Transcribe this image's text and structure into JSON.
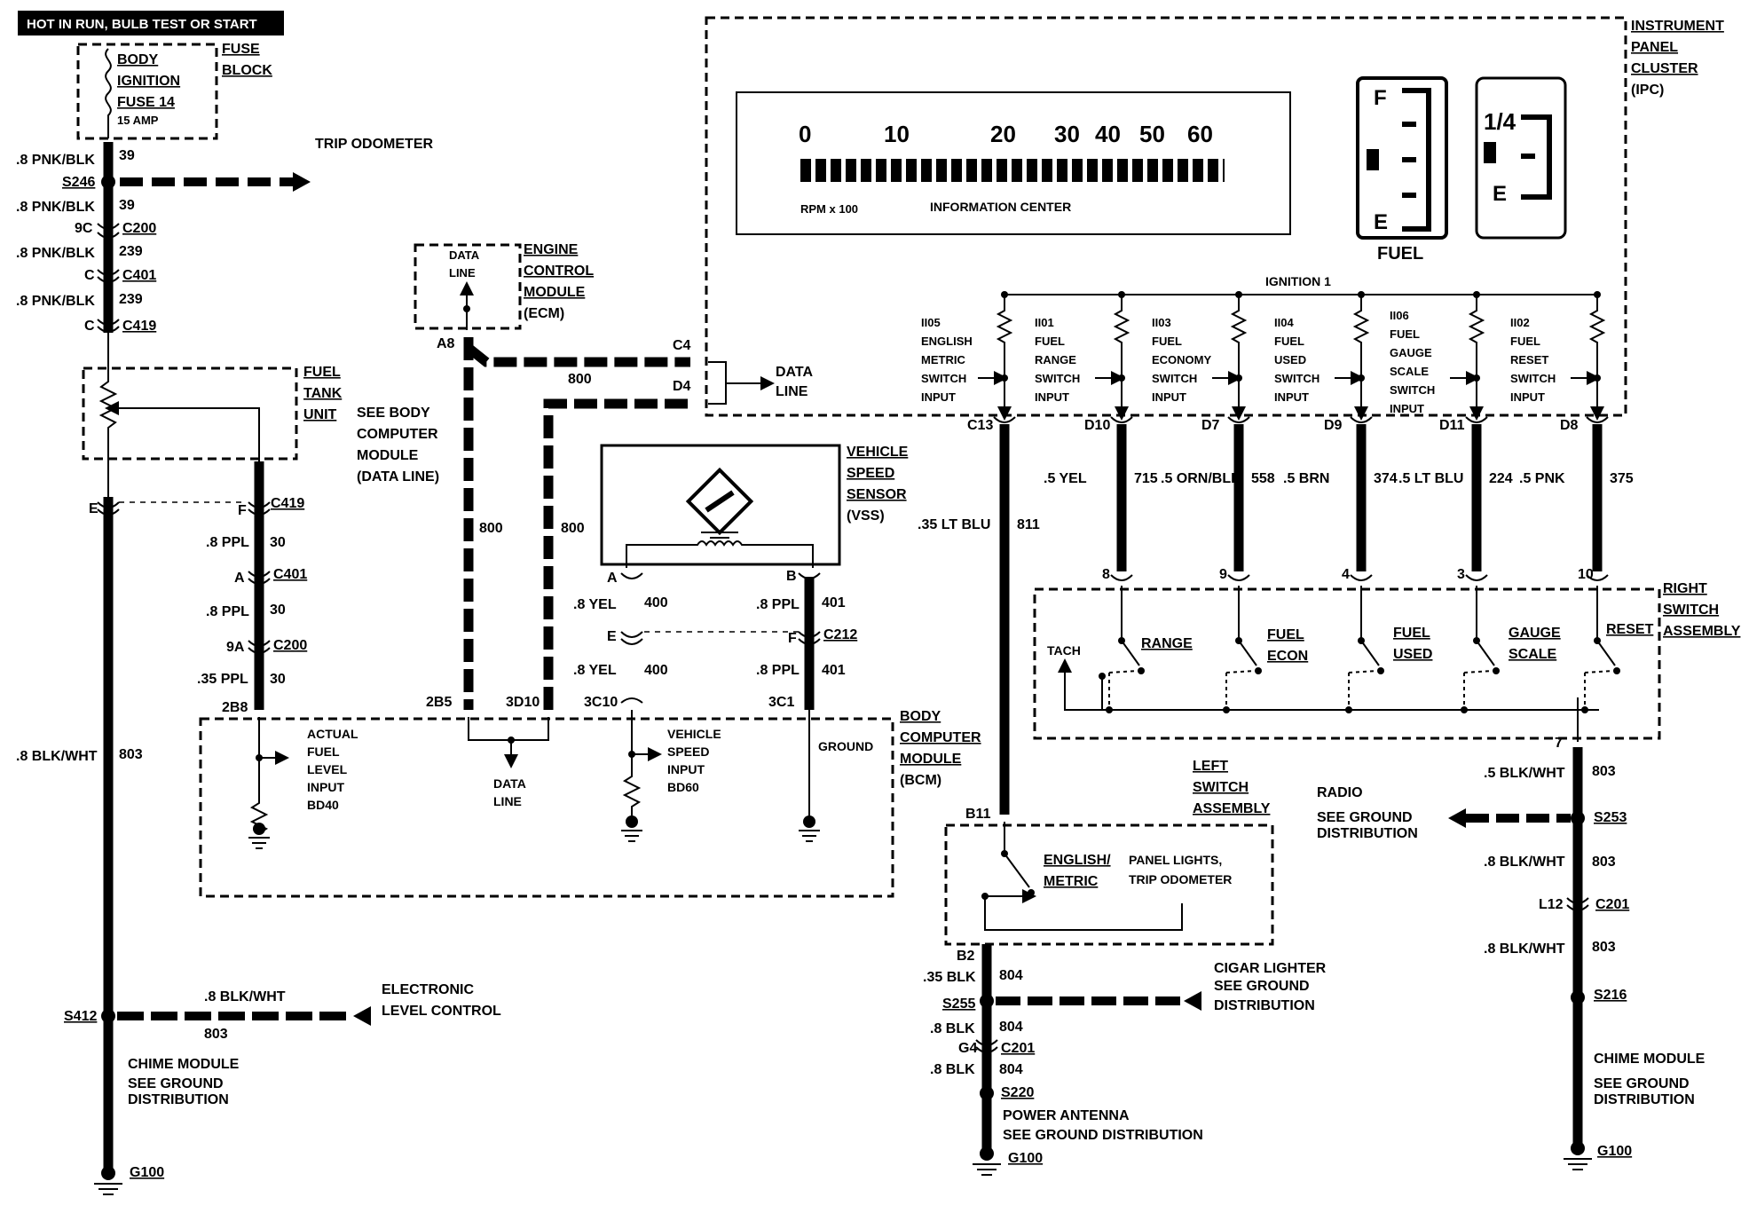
{
  "header": {
    "power_label": "HOT IN RUN, BULB TEST OR START"
  },
  "fuse": {
    "l1": "BODY",
    "l2": "IGNITION",
    "l3": "FUSE 14",
    "l4": "15 AMP",
    "block1": "FUSE",
    "block2": "BLOCK"
  },
  "left_column": {
    "w1_gauge": ".8 PNK/BLK",
    "w1_circuit": "39",
    "splice_s246": "S246",
    "trip_odometer": "TRIP ODOMETER",
    "w2_gauge": ".8 PNK/BLK",
    "w2_circuit": "39",
    "c200_pin": "9C",
    "c200": "C200",
    "w3_gauge": ".8 PNK/BLK",
    "w3_circuit": "239",
    "c401_pin": "C",
    "c401": "C401",
    "w4_gauge": ".8 PNK/BLK",
    "w4_circuit": "239",
    "c419_pin": "C",
    "c419": "C419",
    "ftu1": "FUEL",
    "ftu2": "TANK",
    "ftu3": "UNIT",
    "pin_e": "E",
    "pin_f": "F",
    "c419b": "C419",
    "ppl1_gauge": ".8 PPL",
    "ppl1_circuit": "30",
    "pin_a": "A",
    "c401b": "C401",
    "ppl2_gauge": ".8 PPL",
    "ppl2_circuit": "30",
    "pin_9a": "9A",
    "c200b": "C200",
    "ppl3_gauge": ".35 PPL",
    "ppl3_circuit": "30",
    "blk_gauge": ".8 BLK/WHT",
    "blk_circuit": "803",
    "s412": "S412",
    "elc_gauge": ".8 BLK/WHT",
    "elc_circuit": "803",
    "elc1": "ELECTRONIC",
    "elc2": "LEVEL CONTROL",
    "chime1": "CHIME MODULE",
    "chime2": "SEE GROUND",
    "chime3": "DISTRIBUTION",
    "g100": "G100"
  },
  "ecm": {
    "data": "DATA",
    "line": "LINE",
    "pin_a8": "A8",
    "l1": "ENGINE",
    "l2": "CONTROL",
    "l3": "MODULE",
    "l4": "(ECM)",
    "bcm_see1": "SEE BODY",
    "bcm_see2": "COMPUTER",
    "bcm_see3": "MODULE",
    "bcm_see4": "(DATA LINE)",
    "w800a": "800",
    "w800b": "800",
    "w800c": "800",
    "pin_c4": "C4",
    "pin_d4": "D4",
    "dl1": "DATA",
    "dl2": "LINE"
  },
  "vss": {
    "l1": "VEHICLE",
    "l2": "SPEED",
    "l3": "SENSOR",
    "l4": "(VSS)",
    "pin_a": "A",
    "pin_b": "B",
    "yel1_gauge": ".8 YEL",
    "yel1_circuit": "400",
    "ppl1_gauge": ".8 PPL",
    "ppl1_circuit": "401",
    "pin_e": "E",
    "pin_f": "F",
    "c212": "C212",
    "yel2_gauge": ".8 YEL",
    "yel2_circuit": "400",
    "ppl2_gauge": ".8 PPL",
    "ppl2_circuit": "401"
  },
  "bcm": {
    "pin_2b8": "2B8",
    "pin_2b5": "2B5",
    "pin_3d10": "3D10",
    "pin_3c10": "3C10",
    "pin_3c1": "3C1",
    "afl1": "ACTUAL",
    "afl2": "FUEL",
    "afl3": "LEVEL",
    "afl4": "INPUT",
    "afl5": "BD40",
    "dl1": "DATA",
    "dl2": "LINE",
    "vsi1": "VEHICLE",
    "vsi2": "SPEED",
    "vsi3": "INPUT",
    "vsi4": "BD60",
    "ground": "GROUND",
    "l1": "BODY",
    "l2": "COMPUTER",
    "l3": "MODULE",
    "l4": "(BCM)"
  },
  "ipc": {
    "l1": "INSTRUMENT",
    "l2": "PANEL",
    "l3": "CLUSTER",
    "l4": "(IPC)",
    "ticks": [
      "0",
      "10",
      "20",
      "30",
      "40",
      "50",
      "60"
    ],
    "rpm": "RPM x 100",
    "info": "INFORMATION CENTER",
    "fuel_f": "F",
    "fuel_e": "E",
    "fuel": "FUEL",
    "quarter": "1/4",
    "quarter_e": "E",
    "ignition": "IGNITION 1",
    "inputs": [
      {
        "id": "II05",
        "l1": "ENGLISH",
        "l2": "METRIC",
        "l3": "SWITCH",
        "l4": "INPUT",
        "pin": "C13",
        "gauge": ".35 LT BLU",
        "circuit": "811"
      },
      {
        "id": "II01",
        "l1": "FUEL",
        "l2": "RANGE",
        "l3": "SWITCH",
        "l4": "INPUT",
        "pin": "D10",
        "gauge": ".5 YEL",
        "circuit": "715",
        "rpin": "8"
      },
      {
        "id": "II03",
        "l1": "FUEL",
        "l2": "ECONOMY",
        "l3": "SWITCH",
        "l4": "INPUT",
        "pin": "D7",
        "gauge": ".5 ORN/BLK",
        "circuit": "558",
        "rpin": "9"
      },
      {
        "id": "II04",
        "l1": "FUEL",
        "l2": "USED",
        "l3": "SWITCH",
        "l4": "INPUT",
        "pin": "D9",
        "gauge": ".5 BRN",
        "circuit": "374",
        "rpin": "4"
      },
      {
        "id": "II06",
        "l1": "FUEL",
        "l2": "GAUGE",
        "l3": "SCALE",
        "l4": "SWITCH",
        "l5": "INPUT",
        "pin": "D11",
        "gauge": ".5 LT BLU",
        "circuit": "224",
        "rpin": "3"
      },
      {
        "id": "II02",
        "l1": "FUEL",
        "l2": "RESET",
        "l3": "SWITCH",
        "l4": "INPUT",
        "pin": "D8",
        "gauge": ".5 PNK",
        "circuit": "375",
        "rpin": "10"
      }
    ]
  },
  "rsa": {
    "l1": "RIGHT",
    "l2": "SWITCH",
    "l3": "ASSEMBLY",
    "tach": "TACH",
    "range": "RANGE",
    "econ1": "FUEL",
    "econ2": "ECON",
    "used1": "FUEL",
    "used2": "USED",
    "scale1": "GAUGE",
    "scale2": "SCALE",
    "reset": "RESET",
    "pin7": "7"
  },
  "lsa": {
    "l1": "LEFT",
    "l2": "SWITCH",
    "l3": "ASSEMBLY",
    "pin_b11": "B11",
    "em1": "ENGLISH/",
    "em2": "METRIC",
    "pl1": "PANEL LIGHTS,",
    "pl2": "TRIP ODOMETER",
    "pin_b2": "B2",
    "w1_gauge": ".35 BLK",
    "w1_circuit": "804",
    "s255": "S255",
    "cig1": "CIGAR LIGHTER",
    "cig2": "SEE GROUND",
    "cig3": "DISTRIBUTION",
    "w2_gauge": ".8 BLK",
    "w2_circuit": "804",
    "pin_g4": "G4",
    "c201": "C201",
    "w3_gauge": ".8 BLK",
    "w3_circuit": "804",
    "s220": "S220",
    "pa1": "POWER ANTENNA",
    "pa2": "SEE GROUND DISTRIBUTION",
    "g100": "G100"
  },
  "right_column": {
    "w1_gauge": ".5 BLK/WHT",
    "w1_circuit": "803",
    "radio1": "RADIO",
    "radio2": "SEE GROUND",
    "radio3": "DISTRIBUTION",
    "s253": "S253",
    "w2_gauge": ".8 BLK/WHT",
    "w2_circuit": "803",
    "pin_l12": "L12",
    "c201": "C201",
    "w3_gauge": ".8 BLK/WHT",
    "w3_circuit": "803",
    "s216": "S216",
    "chime1": "CHIME MODULE",
    "chime2": "SEE GROUND",
    "chime3": "DISTRIBUTION",
    "g100": "G100"
  }
}
